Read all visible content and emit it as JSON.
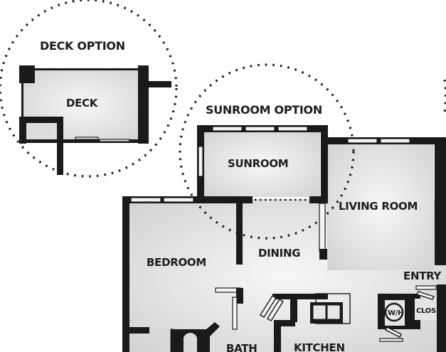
{
  "diagram": {
    "type": "floor-plan",
    "options": [
      {
        "title": "DECK OPTION",
        "room": "DECK"
      },
      {
        "title": "SUNROOM OPTION",
        "room": "SUNROOM"
      }
    ],
    "rooms": {
      "living_room": "LIVING ROOM",
      "bedroom": "BEDROOM",
      "dining": "DINING",
      "entry": "ENTRY",
      "closet": "CLOS",
      "water_heater": "W/H",
      "bath": "BATH",
      "kitchen": "KITCHEN"
    },
    "colors": {
      "wall": "#1a1a1a",
      "floor_light": "#f2f2f2",
      "floor_shade": "#d4d4d4",
      "background": "#ffffff"
    }
  }
}
